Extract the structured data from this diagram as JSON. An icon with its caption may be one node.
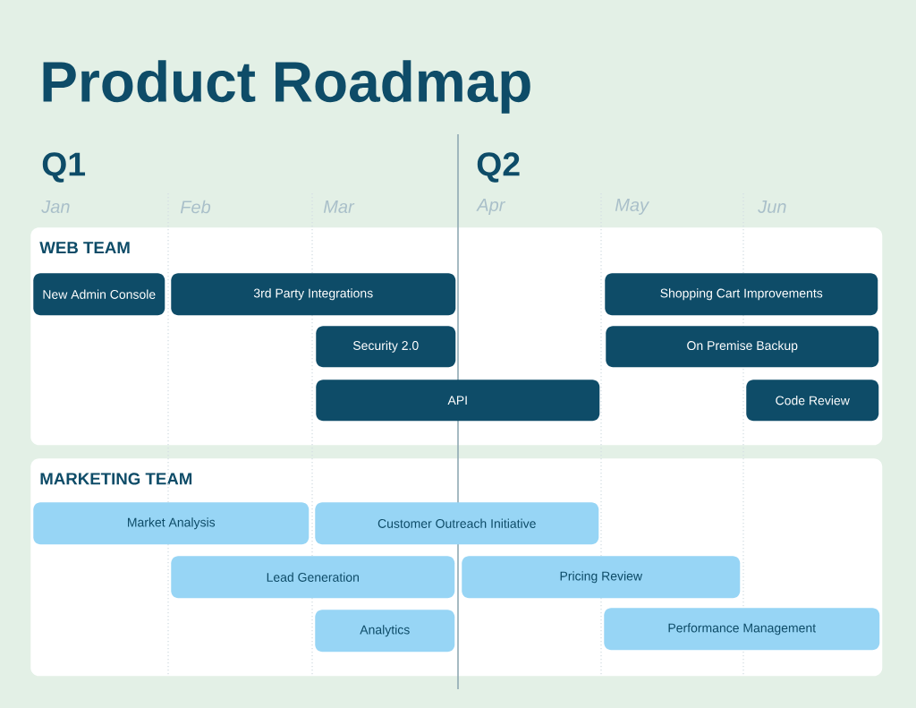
{
  "diagram": {
    "title": "Product Roadmap",
    "nodes": [
      {
        "text": [
          "WEB TEAM"
        ]
      },
      {
        "text": [
          "New Admin Console"
        ],
        "in": 0
      },
      {
        "text": [
          "3rd Party Integrations"
        ],
        "in": 0
      },
      {
        "text": [
          "Shopping Cart Improvements"
        ],
        "in": 0
      },
      {
        "text": [
          "Security 2.0"
        ],
        "in": 0
      },
      {
        "text": [
          "On Premise Backup"
        ],
        "in": 0
      },
      {
        "text": [
          "API"
        ],
        "in": 0
      },
      {
        "text": [
          "Code Review"
        ],
        "in": 0
      },
      {
        "text": [
          "MARKETING TEAM"
        ]
      },
      {
        "text": [
          "Market Analysis"
        ],
        "in": 8
      },
      {
        "text": [
          "Customer Outreach Initiative"
        ],
        "in": 8
      },
      {
        "text": [
          "Lead Generation"
        ],
        "in": 8
      },
      {
        "text": [
          "Pricing Review"
        ],
        "in": 8
      },
      {
        "text": [
          "Analytics"
        ],
        "in": 8
      },
      {
        "text": [
          "Performance Management"
        ],
        "in": 8
      }
    ],
    "labels": [
      "Q1",
      "Q2",
      "Jan",
      "Feb",
      "Mar",
      "Apr",
      "May",
      "Jun"
    ]
  }
}
